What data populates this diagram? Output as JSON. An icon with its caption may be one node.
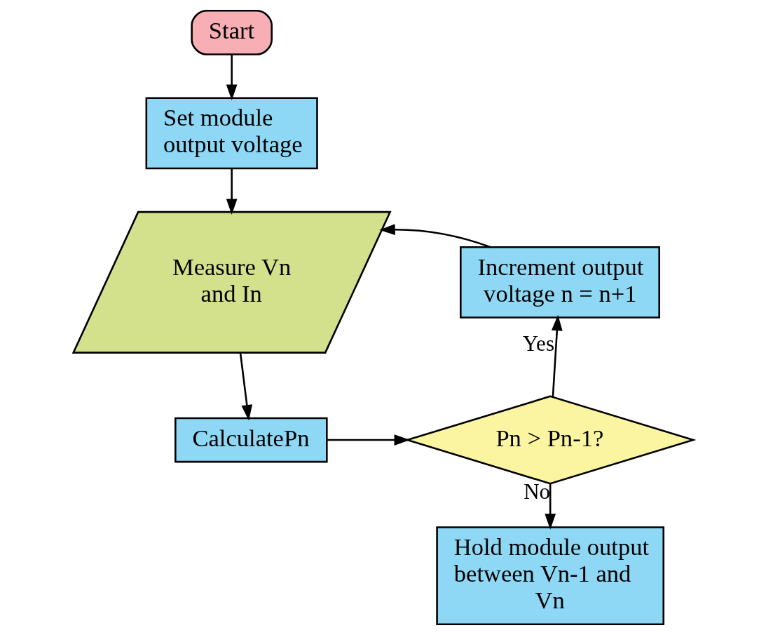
{
  "diagram": {
    "nodes": [
      {
        "text": [
          "Start"
        ]
      },
      {
        "text": [
          "Set module output voltage"
        ]
      },
      {
        "text": [
          "Measure Vn and In"
        ]
      },
      {
        "text": [
          "CalculatePn"
        ]
      },
      {
        "text": [
          "Pn > Pn-1?"
        ]
      },
      {
        "text": [
          "Increment output voltage n = n+1"
        ]
      },
      {
        "text": [
          "Hold module output between Vn-1 and Vn"
        ]
      }
    ],
    "edges": [
      {
        "from": 0,
        "to": 1,
        "arrow": "to"
      },
      {
        "from": 1,
        "to": 2,
        "arrow": "to"
      },
      {
        "from": 2,
        "to": 3,
        "arrow": "to"
      },
      {
        "from": 3,
        "to": 4,
        "arrow": "to"
      },
      {
        "from": 4,
        "to": 5,
        "arrow": "to",
        "label": "Yes"
      },
      {
        "from": 4,
        "to": 6,
        "arrow": "to",
        "label": "No"
      },
      {
        "from": 5,
        "to": 2,
        "arrow": "to"
      }
    ]
  }
}
